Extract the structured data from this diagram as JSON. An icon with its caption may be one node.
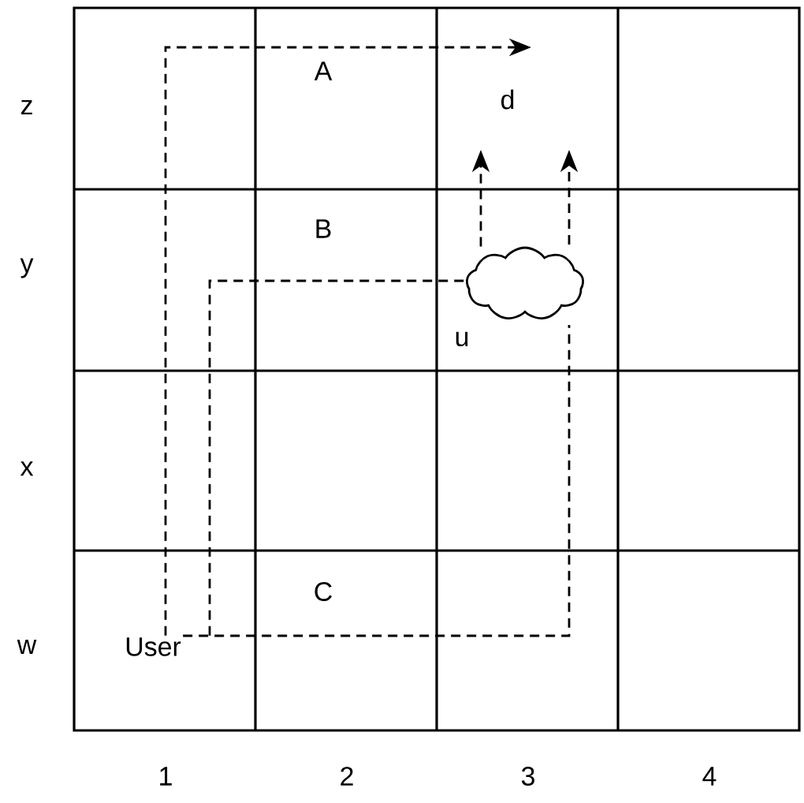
{
  "diagram": {
    "nodes": [
      {
        "text": [
          "User"
        ]
      },
      {
        "text": [],
        "shape": "cloud",
        "beside": [
          "u"
        ]
      }
    ],
    "edges": [
      {
        "from": 0,
        "to": null,
        "arrow": "to",
        "style": "dashed"
      },
      {
        "from": 0,
        "to": 1,
        "arrow": "none",
        "style": "dashed"
      },
      {
        "from": 1,
        "to": null,
        "arrow": "to",
        "style": "dashed"
      },
      {
        "from": 0,
        "to": null,
        "arrow": "to",
        "style": "dashed"
      }
    ],
    "labels": [
      "z",
      "A",
      "d",
      "y",
      "B",
      "x",
      "w",
      "C",
      "1",
      "2",
      "3",
      "4"
    ]
  }
}
